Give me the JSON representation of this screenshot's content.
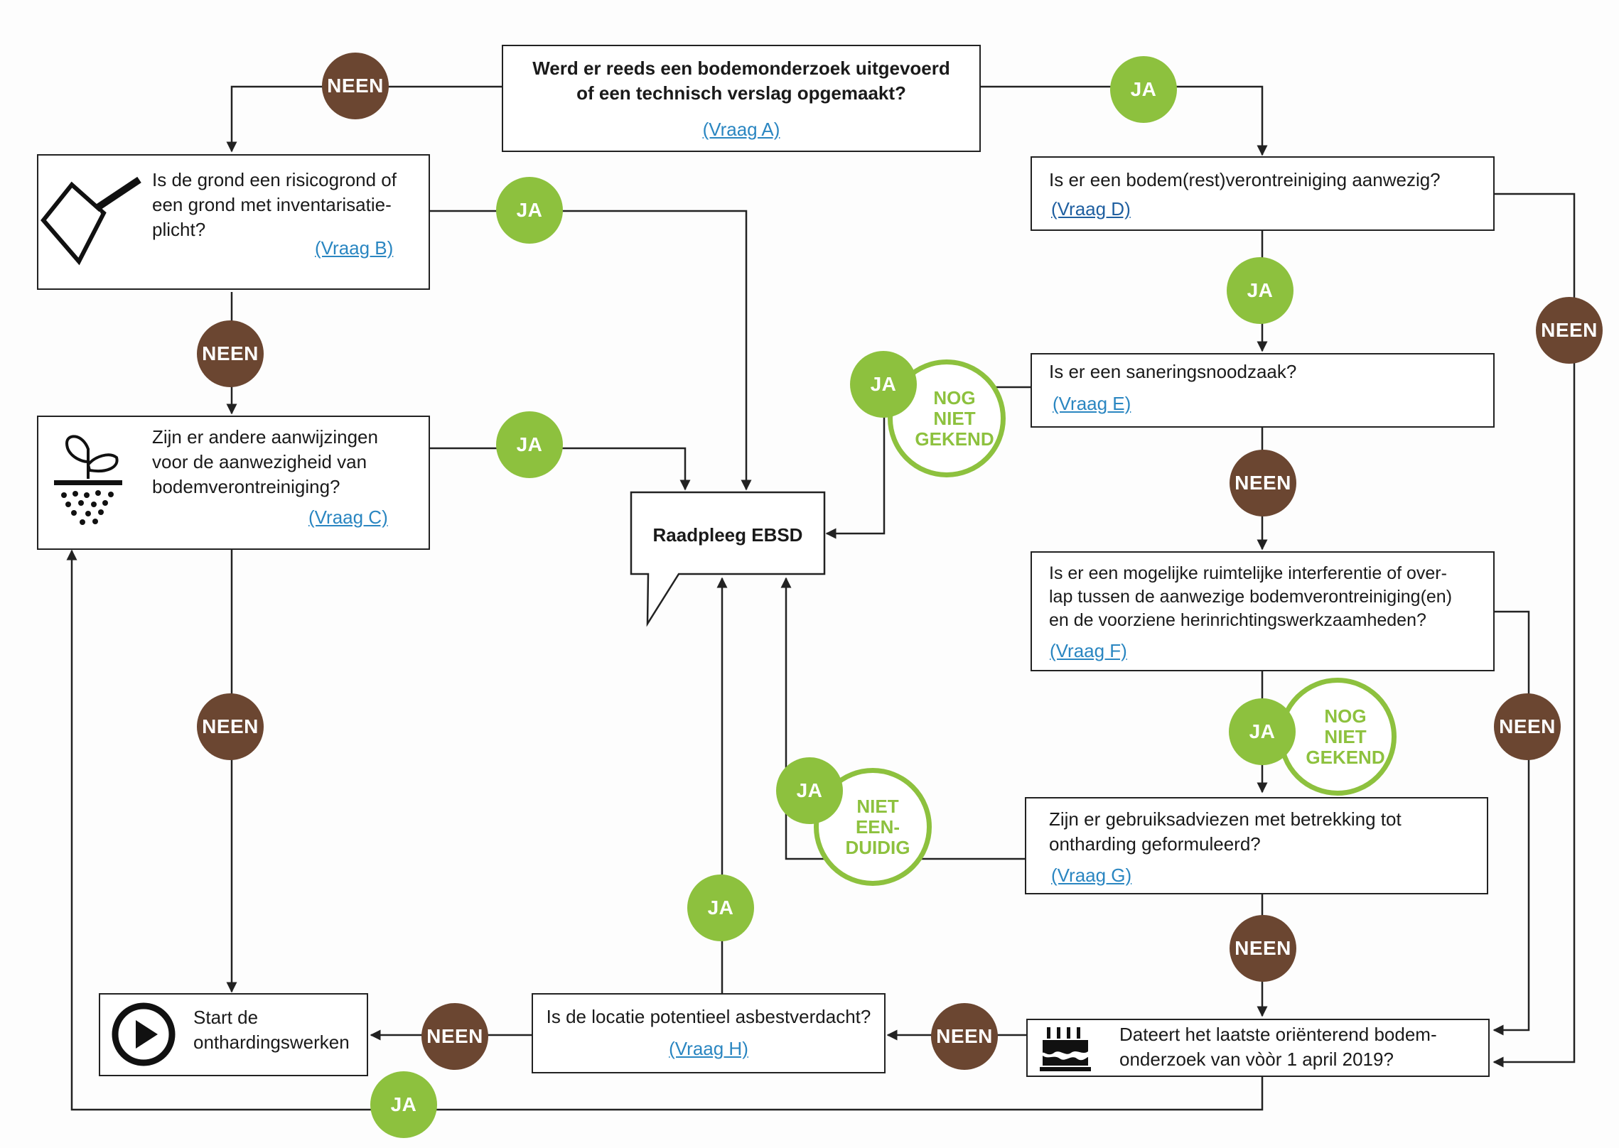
{
  "colors": {
    "neen": "#6b4631",
    "ja": "#8dc13e",
    "link": "#2a86c1",
    "line": "#222222"
  },
  "questions": {
    "a": {
      "text": "Werd er reeds een bodemonderzoek uitgevoerd\nof een technisch verslag opgemaakt?",
      "link": "(Vraag A)"
    },
    "b": {
      "text": "Is de grond een risicogrond of\neen grond met inventarisatie-\nplicht?",
      "link": "(Vraag B)",
      "icon": "shovel-icon"
    },
    "c": {
      "text": "Zijn er andere aanwijzingen\nvoor de aanwezigheid van\nbodemverontreiniging?",
      "link": "(Vraag C)",
      "icon": "plant-soil-icon"
    },
    "d": {
      "text": "Is er een bodem(rest)verontreiniging aanwezig?",
      "link": "(Vraag D)"
    },
    "e": {
      "text": "Is er een saneringsnoodzaak?",
      "link": "(Vraag E)"
    },
    "f": {
      "text": "Is er een mogelijke ruimtelijke interferentie of over-\nlap tussen de aanwezige bodemverontreiniging(en)\nen de voorziene herinrichtingswerkzaamheden?",
      "link": "(Vraag F)"
    },
    "g": {
      "text": "Zijn er gebruiksadviezen met betrekking tot\nontharding geformuleerd?",
      "link": "(Vraag G)"
    },
    "h": {
      "text": "Is de locatie potentieel asbestverdacht?",
      "link": "(Vraag H)"
    },
    "date": {
      "text": "Dateert het laatste oriënterend bodem-\nonderzoek van vòòr 1 april 2019?",
      "icon": "birthday-cake-icon"
    }
  },
  "ebsd": {
    "text": "Raadpleeg EBSD"
  },
  "start": {
    "text": "Start de\nonthardingswerken",
    "icon": "play-icon"
  },
  "labels": {
    "ja": "JA",
    "neen": "NEEN",
    "nog_niet_gekend": "NOG\nNIET\nGEKEND",
    "niet_eenduidig": "NIET\nEEN-\nDUIDIG"
  }
}
